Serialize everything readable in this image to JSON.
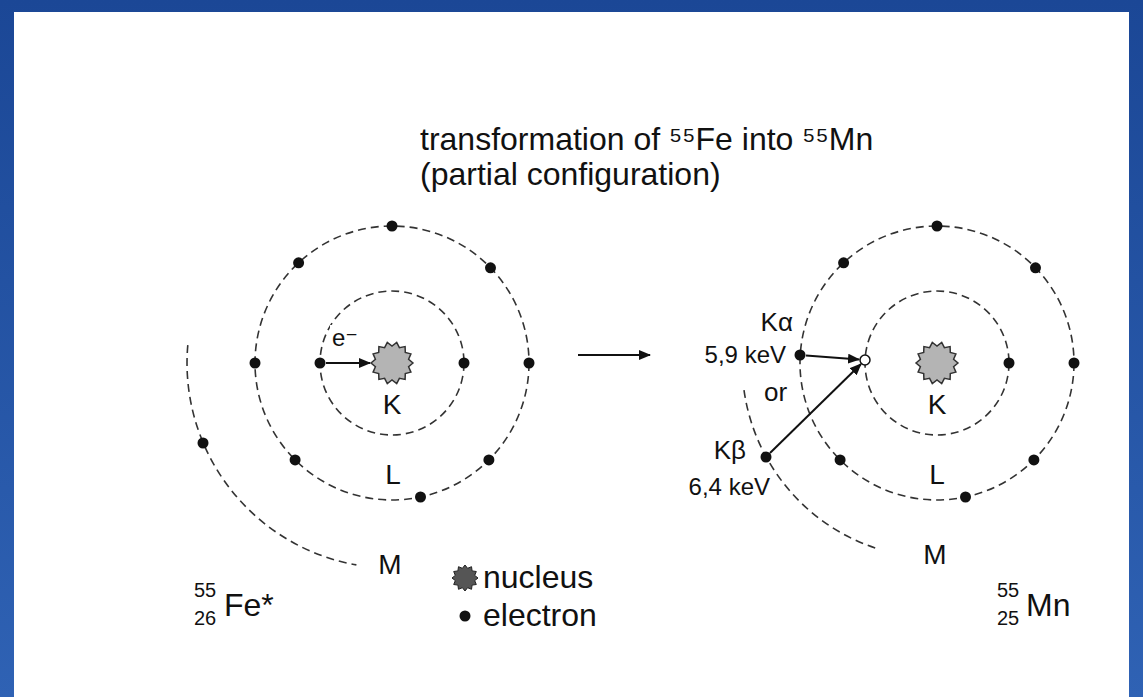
{
  "diagram": {
    "title": "transformation of ⁵⁵Fe into ⁵⁵Mn (partial configuration)",
    "labels": [
      "e⁻",
      "K",
      "L",
      "M",
      "55",
      "26",
      "Fe*",
      "Kα",
      "5,9 keV",
      "or",
      "Kβ",
      "6,4 keV",
      "K",
      "L",
      "M",
      "55",
      "25",
      "Mn"
    ],
    "legend": [
      {
        "text": "nucleus"
      },
      {
        "text": "electron"
      }
    ]
  }
}
